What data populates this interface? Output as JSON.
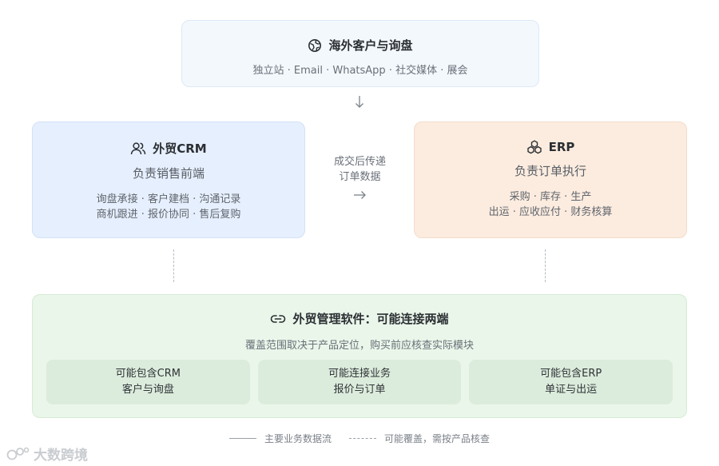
{
  "top": {
    "title": "海外客户与询盘",
    "subtitle": "独立站 · Email · WhatsApp · 社交媒体 · 展会",
    "icon": "globe-icon"
  },
  "crm": {
    "title": "外贸CRM",
    "subtitle": "负责销售前端",
    "line1": "询盘承接 · 客户建档 · 沟通记录",
    "line2": "商机跟进 · 报价协同 · 售后复购",
    "icon": "users-icon",
    "bg_color": "#e6effd"
  },
  "erp": {
    "title": "ERP",
    "subtitle": "负责订单执行",
    "line1": "采购 · 库存 · 生产",
    "line2": "出运 · 应收应付 · 财务核算",
    "icon": "cubes-icon",
    "bg_color": "#fcecdf"
  },
  "middle": {
    "line1": "成交后传递",
    "line2": "订单数据"
  },
  "bottom": {
    "title": "外贸管理软件：可能连接两端",
    "subtitle": "覆盖范围取决于产品定位，购买前应核查实际模块",
    "icon": "link-icon",
    "bg_color": "#eaf6ea",
    "modules": [
      {
        "line1": "可能包含CRM",
        "line2": "客户与询盘"
      },
      {
        "line1": "可能连接业务",
        "line2": "报价与订单"
      },
      {
        "line1": "可能包含ERP",
        "line2": "单证与出运"
      }
    ]
  },
  "legend": {
    "solid_label": "主要业务数据流",
    "dashed_label": "可能覆盖，需按产品核查"
  },
  "watermark": {
    "text": "大数跨境"
  }
}
